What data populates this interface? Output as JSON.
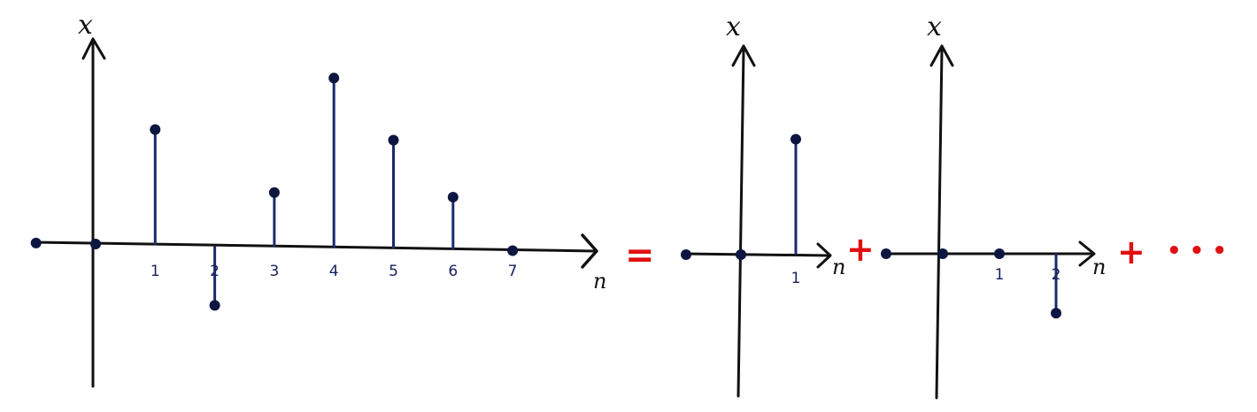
{
  "colors": {
    "axis": "#111111",
    "stem": "#1b2a6b",
    "dot": "#0d1640",
    "operator": "#e01010"
  },
  "labels": {
    "y_axis": "x",
    "x_axis": "n",
    "equals": "=",
    "plus": "+",
    "ellipsis": "• • •"
  },
  "chart_data": [
    {
      "type": "stem",
      "ticks": [
        "1",
        "2",
        "3",
        "4",
        "5",
        "6",
        "7"
      ],
      "n": [
        -1,
        0,
        1,
        2,
        3,
        4,
        5,
        6,
        7
      ],
      "x": [
        0,
        0,
        0.68,
        -0.35,
        0.32,
        1.0,
        0.64,
        0.31,
        0
      ]
    },
    {
      "type": "stem",
      "ticks": [
        "1"
      ],
      "n": [
        -1,
        0,
        1
      ],
      "x": [
        0,
        0,
        0.68
      ]
    },
    {
      "type": "stem",
      "ticks": [
        "1",
        "2"
      ],
      "n": [
        -1,
        0,
        1,
        2
      ],
      "x": [
        0,
        0,
        0,
        -0.35
      ]
    }
  ]
}
